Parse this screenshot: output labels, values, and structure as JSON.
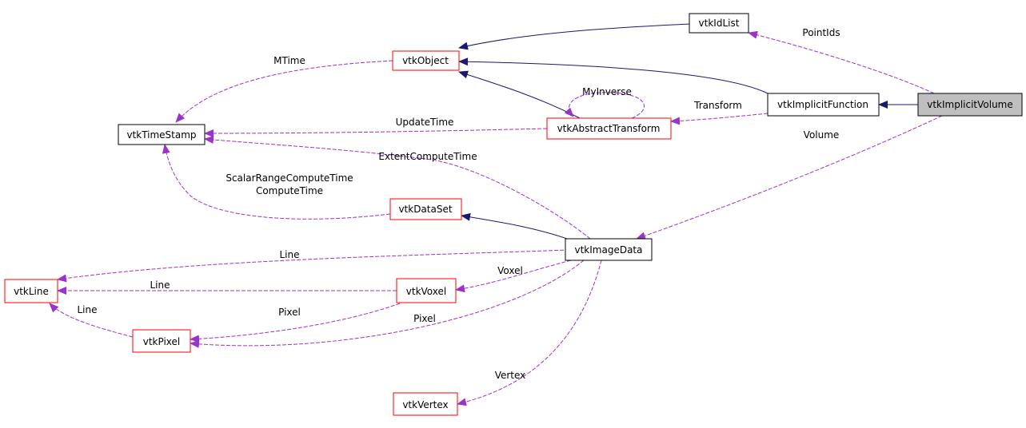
{
  "colors": {
    "normal_border": "#000000",
    "incomplete_border": "#ff0000",
    "selected_fill": "#bfbfbf",
    "inherit_edge": "#191970",
    "use_edge": "#9a32cd"
  },
  "nodes": {
    "vtkIdList": "vtkIdList",
    "vtkObject": "vtkObject",
    "vtkImplicitFunction": "vtkImplicitFunction",
    "vtkImplicitVolume": "vtkImplicitVolume",
    "vtkTimeStamp": "vtkTimeStamp",
    "vtkAbstractTransform": "vtkAbstractTransform",
    "vtkDataSet": "vtkDataSet",
    "vtkImageData": "vtkImageData",
    "vtkLine": "vtkLine",
    "vtkVoxel": "vtkVoxel",
    "vtkPixel": "vtkPixel",
    "vtkVertex": "vtkVertex"
  },
  "edge_labels": {
    "PointIds": "PointIds",
    "MTime": "MTime",
    "MyInverse": "MyInverse",
    "Transform": "Transform",
    "UpdateTime": "UpdateTime",
    "Volume": "Volume",
    "ExtentComputeTime": "ExtentComputeTime",
    "ScalarRangeComputeTime": "ScalarRangeComputeTime",
    "ComputeTime": "ComputeTime",
    "LineFromImageData": "Line",
    "LineFromVoxel": "Line",
    "LineFromPixel": "Line",
    "Voxel": "Voxel",
    "PixelFromVoxel": "Pixel",
    "PixelFromImageData": "Pixel",
    "Vertex": "Vertex"
  }
}
